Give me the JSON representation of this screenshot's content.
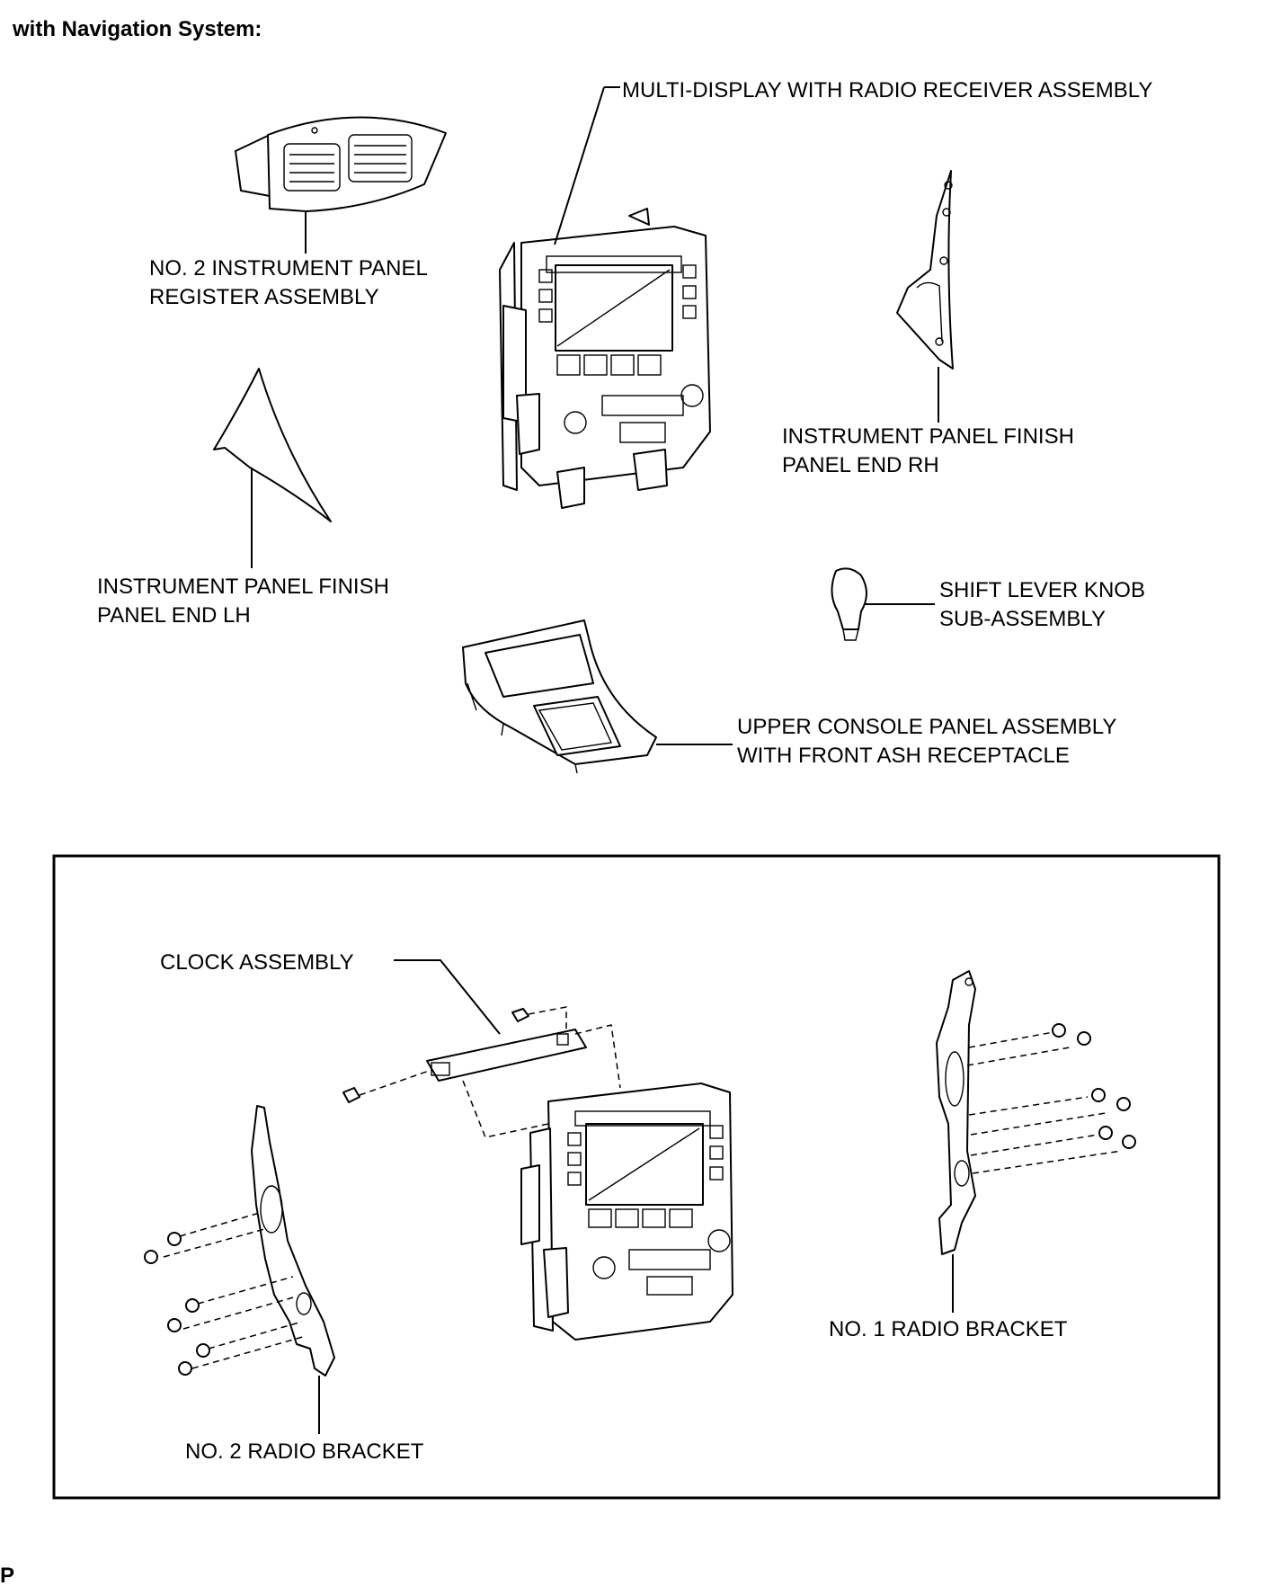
{
  "header": "with Navigation System:",
  "footer_code": "P",
  "labels": {
    "multi_display": "MULTI-DISPLAY WITH RADIO RECEIVER ASSEMBLY",
    "register_1": "NO. 2 INSTRUMENT PANEL",
    "register_2": "REGISTER ASSEMBLY",
    "finish_rh_1": "INSTRUMENT PANEL FINISH",
    "finish_rh_2": "PANEL END RH",
    "finish_lh_1": "INSTRUMENT PANEL FINISH",
    "finish_lh_2": "PANEL END LH",
    "shift_1": "SHIFT LEVER KNOB",
    "shift_2": "SUB-ASSEMBLY",
    "console_1": "UPPER CONSOLE PANEL ASSEMBLY",
    "console_2": "WITH FRONT ASH RECEPTACLE",
    "clock": "CLOCK ASSEMBLY",
    "radio_bracket_1": "NO. 1 RADIO BRACKET",
    "radio_bracket_2": "NO. 2 RADIO BRACKET"
  }
}
